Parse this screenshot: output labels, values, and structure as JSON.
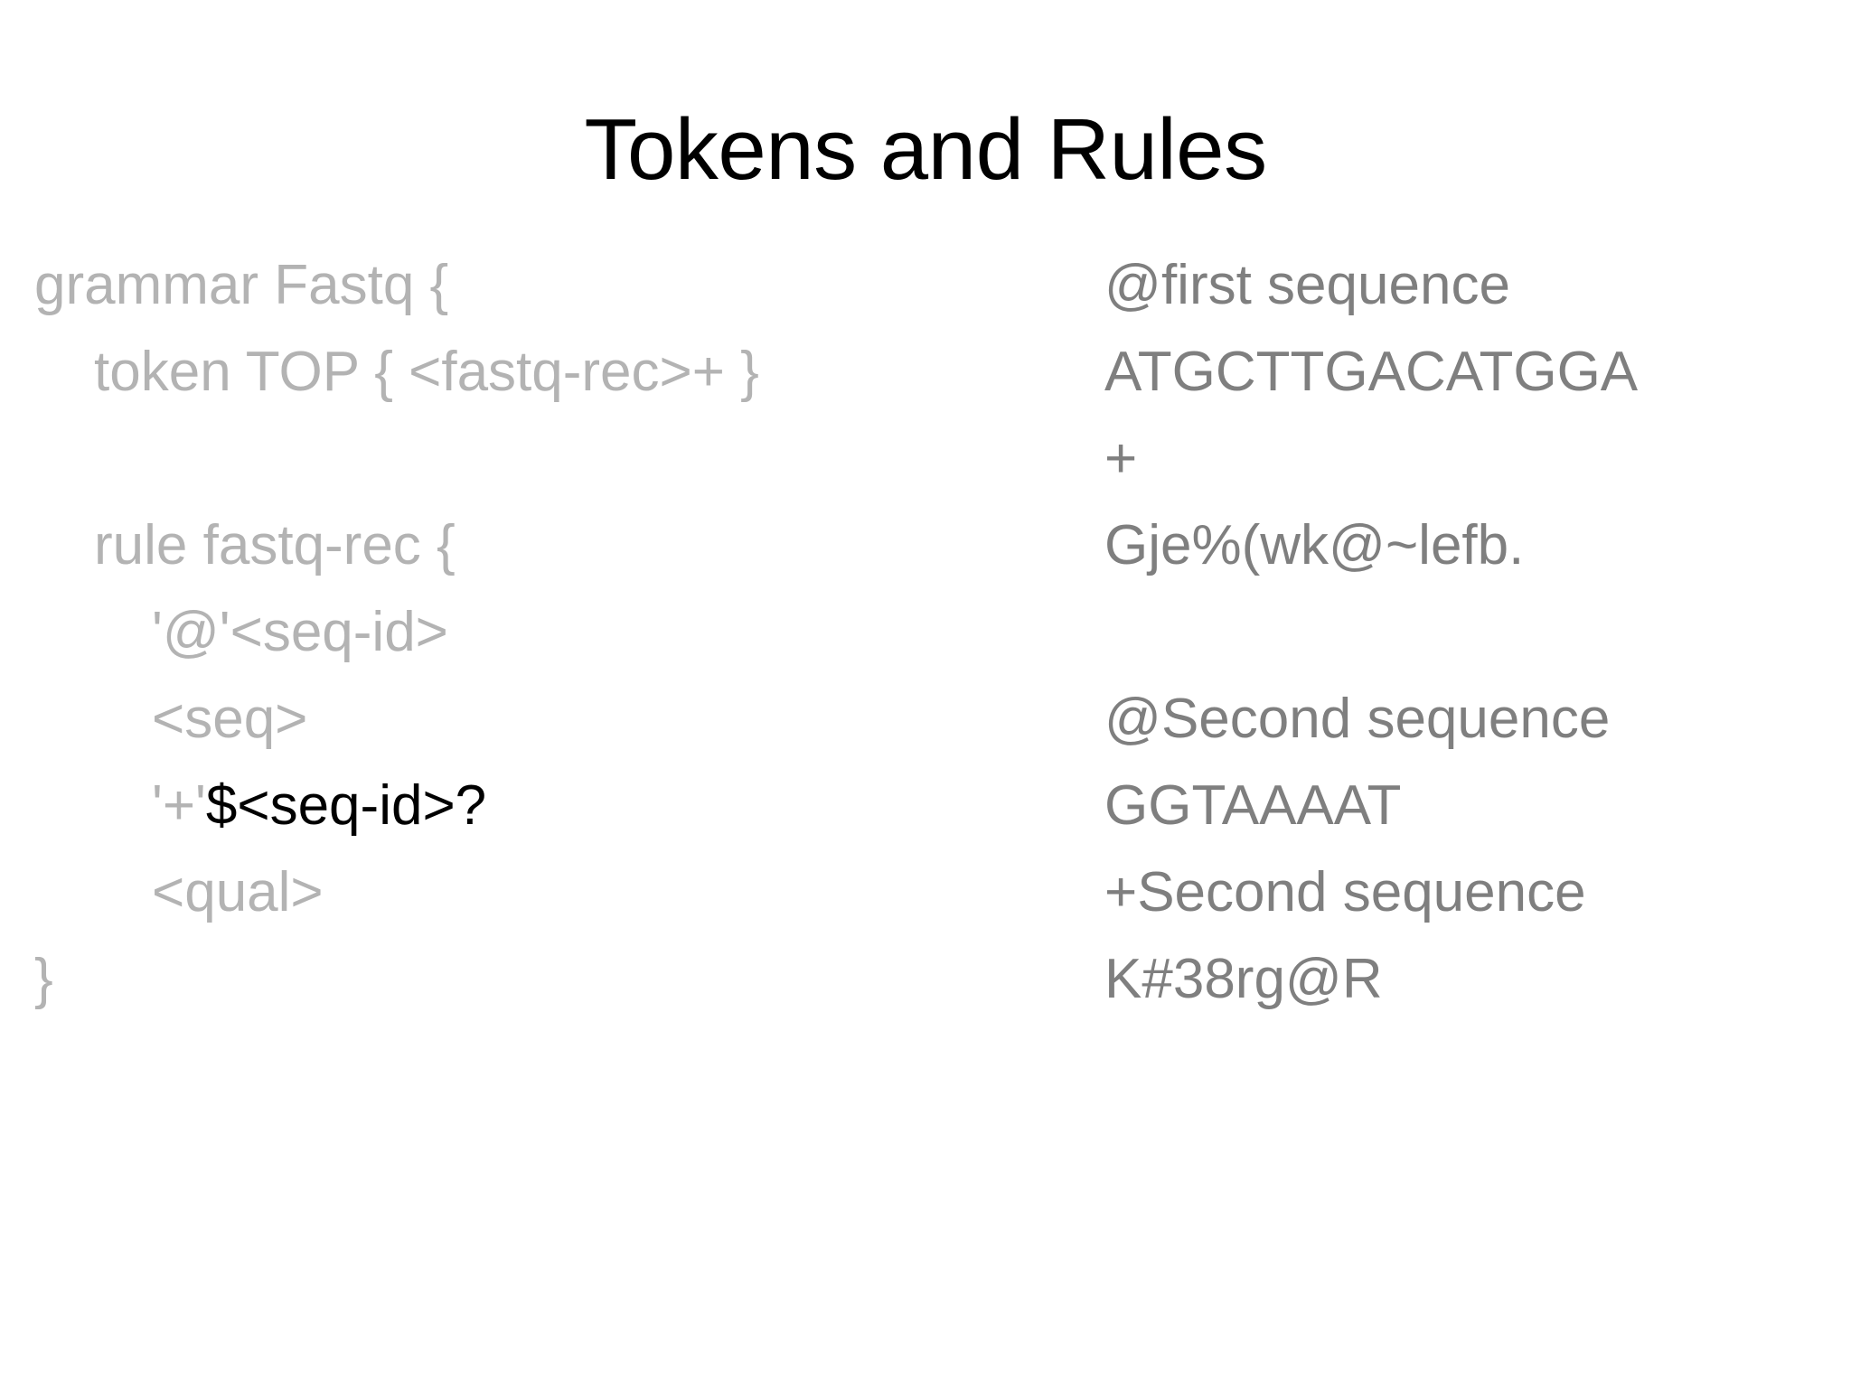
{
  "slide": {
    "title": "Tokens and Rules",
    "background_color": "#ffffff",
    "title_color": "#000000",
    "code_color": "#b3b3b3",
    "data_color": "#7f7f7f",
    "highlight_color": "#000000"
  },
  "grammar": {
    "lines": [
      {
        "indent": 0,
        "text": "grammar Fastq {"
      },
      {
        "indent": 1,
        "text": "token TOP { <fastq-rec>+ }"
      },
      {
        "indent": 0,
        "text": ""
      },
      {
        "indent": 1,
        "text": "rule fastq-rec {"
      },
      {
        "indent": 2,
        "text": "'@'<seq-id>"
      },
      {
        "indent": 2,
        "text": "<seq>"
      },
      {
        "indent": 2,
        "text": "'+'",
        "highlight": "$<seq-id>?"
      },
      {
        "indent": 2,
        "text": "<qual>"
      },
      {
        "indent": 0,
        "text": "}"
      }
    ]
  },
  "fastq_example": {
    "lines": [
      "@first sequence",
      "ATGCTTGACATGGA",
      "+",
      "Gje%(wk@~lefb.",
      "",
      "@Second sequence",
      "GGTAAAAT",
      "+Second sequence",
      "K#38rg@R"
    ]
  }
}
